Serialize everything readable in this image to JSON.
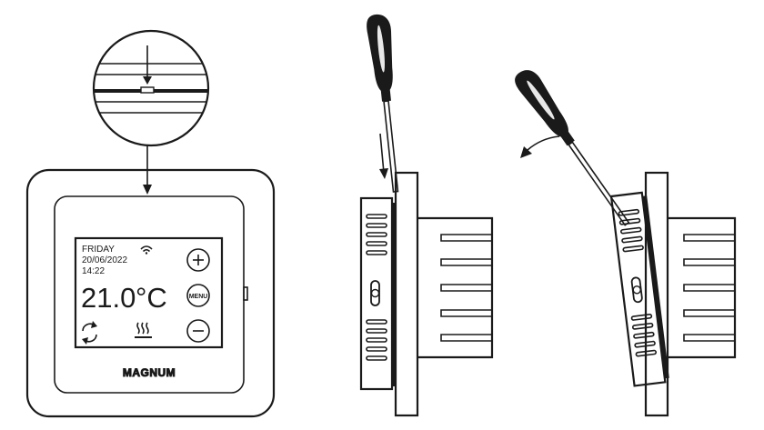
{
  "thermostat": {
    "day": "FRIDAY",
    "date": "20/06/2022",
    "time": "14:22",
    "temperature": "21.0",
    "unit": "°C",
    "menu_label": "MENU",
    "brand": "MAGNUM"
  },
  "icons": {
    "wifi": "wifi-icon",
    "plus": "plus-icon",
    "minus": "minus-icon",
    "menu": "menu-button",
    "sync": "sync-icon",
    "heating": "heating-icon",
    "screwdriver": "screwdriver-icon"
  },
  "colors": {
    "line": "#1a1a1a",
    "background": "#ffffff"
  }
}
